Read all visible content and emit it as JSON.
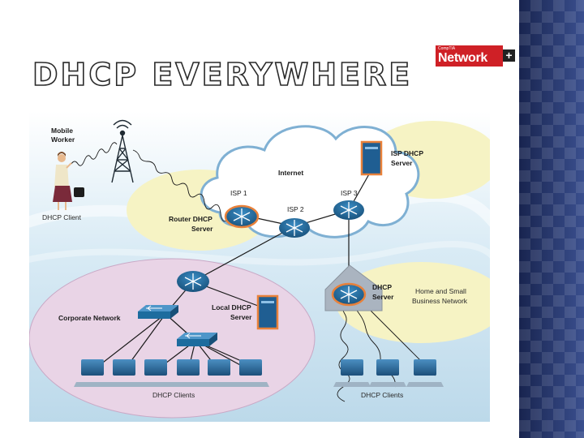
{
  "title": "DHCP EVERYWHERE",
  "logo": {
    "small_text": "CompTIA",
    "word": "Network",
    "plus": "+"
  },
  "diagram": {
    "labels": {
      "mobile_worker": [
        "Mobile",
        "Worker"
      ],
      "dhcp_client": "DHCP Client",
      "internet": "Internet",
      "isp1": "ISP 1",
      "isp2": "ISP 2",
      "isp3": "ISP 3",
      "isp_dhcp_server": [
        "ISP DHCP",
        "Server"
      ],
      "router_dhcp_server": [
        "Router DHCP",
        "Server"
      ],
      "corporate_network": "Corporate Network",
      "local_dhcp_server": [
        "Local DHCP",
        "Server"
      ],
      "home_dhcp_server": [
        "DHCP",
        "Server"
      ],
      "home_small_business": [
        "Home and Small",
        "Business Network"
      ],
      "dhcp_clients_left": "DHCP Clients",
      "dhcp_clients_right": "DHCP Clients"
    },
    "colors": {
      "cloud": "#ffffff",
      "isp_ellipse": "#f6f3c4",
      "corporate_ellipse": "#e9d4e6",
      "home_ellipse": "#f6f3c4",
      "router": "#1d6c9e",
      "server": "#1f5e92",
      "server_outline": "#e8813a",
      "link": "#1a1a1a"
    }
  }
}
